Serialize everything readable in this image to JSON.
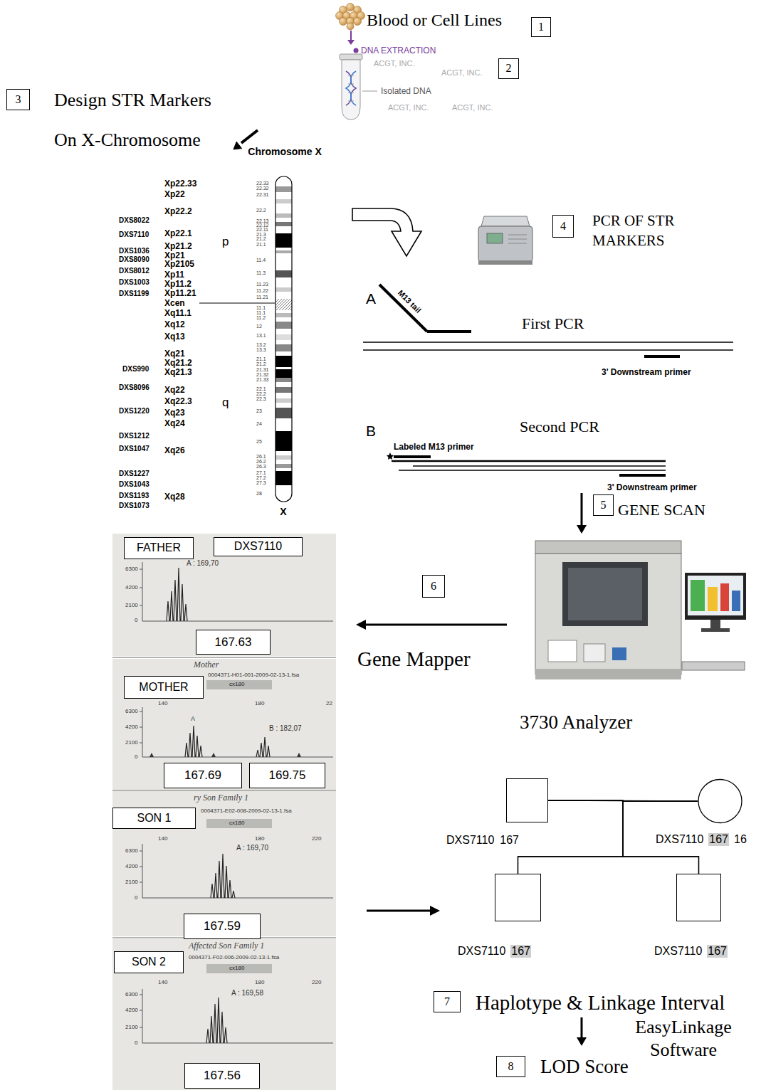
{
  "diagram": {
    "nodes": [
      {
        "text": [
          "1"
        ]
      },
      {
        "text": [
          "2"
        ]
      },
      {
        "text": [
          "3"
        ]
      },
      {
        "text": [
          "4"
        ]
      },
      {
        "text": [
          "5"
        ]
      },
      {
        "text": [
          "FATHER"
        ]
      },
      {
        "text": [
          "DXS7110"
        ]
      },
      {
        "text": [
          "6"
        ]
      },
      {
        "text": [
          "167.63"
        ]
      },
      {
        "text": [
          "MOTHER"
        ]
      },
      {
        "text": [
          "167.69"
        ]
      },
      {
        "text": [
          "169.75"
        ]
      },
      {
        "text": [
          "DXS7110",
          "167"
        ]
      },
      {
        "text": [
          "DXS7110",
          "167",
          "16"
        ]
      },
      {
        "text": [
          "SON 1"
        ]
      },
      {
        "text": [
          "167.59"
        ]
      },
      {
        "text": [
          "DXS7110",
          "167"
        ]
      },
      {
        "text": [
          "DXS7110",
          "167"
        ]
      },
      {
        "text": [
          "SON 2"
        ]
      },
      {
        "text": [
          "7"
        ]
      },
      {
        "text": [
          "167.56"
        ]
      },
      {
        "text": [
          "8"
        ]
      }
    ],
    "edges": [
      {
        "from": 12,
        "to": 13,
        "arrow": "none"
      },
      {
        "from": 12,
        "to": 16,
        "arrow": "none"
      },
      {
        "from": 12,
        "to": 17,
        "arrow": "none"
      },
      {
        "from": 13,
        "to": 16,
        "arrow": "none"
      },
      {
        "from": 13,
        "to": 17,
        "arrow": "none"
      }
    ],
    "labels": [
      "Blood or Cell Lines",
      "DNA EXTRACTION",
      "ACGT, INC.",
      "ACGT, INC.",
      "Isolated DNA",
      "ACGT, INC.",
      "ACGT, INC.",
      "Design STR Markers On X-Chromosome",
      "Chromosome X",
      "Xp22.33",
      "Xp22",
      "Xp22.2",
      "Xp22.1",
      "Xp21.2",
      "Xp21",
      "Xp2105",
      "Xp11",
      "Xp11.2",
      "Xp11.21",
      "Xcen",
      "Xq11.1",
      "Xq12",
      "Xq13",
      "Xq21",
      "Xq21.2",
      "Xq21.3",
      "Xq22",
      "Xq22.3",
      "Xq23",
      "Xq24",
      "Xq26",
      "Xq28",
      "DXS8022",
      "DXS7110",
      "DXS1036",
      "DXS8090",
      "DXS8012",
      "DXS1003",
      "DXS1199",
      "DXS990",
      "DXS8096",
      "DXS1220",
      "DXS1212",
      "DXS1047",
      "DXS1227",
      "DXS1043",
      "DXS1193",
      "DXS1073",
      "p",
      "q",
      "X",
      "22.33",
      "22.32",
      "22.31",
      "22.2",
      "22.13",
      "22.12",
      "22.11",
      "21.3",
      "21.2",
      "21.1",
      "11.4",
      "11.3",
      "11.23",
      "11.22",
      "11.21",
      "11.1",
      "11.1",
      "11.2",
      "12",
      "13.1",
      "13.2",
      "13.3",
      "21.1",
      "21.2",
      "21.31",
      "21.32",
      "21.33",
      "22.1",
      "22.2",
      "22.3",
      "23",
      "24",
      "25",
      "26.1",
      "26.2",
      "26.3",
      "27.1",
      "27.2",
      "27.3",
      "28",
      "A",
      "M13 tail",
      "First PCR",
      "3' Downstream primer",
      "B",
      "Second PCR",
      "Labeled M13 primer",
      "3' Downstream primer",
      "PCR OF STR MARKERS",
      "GENE SCAN",
      "3730 Analyzer",
      "Gene Mapper",
      "A : 169,70",
      "6300",
      "4200",
      "2100",
      "0",
      "Mother",
      "0004371-H01-001-2009-02-13-1.fsa",
      "cx180",
      "140",
      "180",
      "22",
      "6300",
      "4200",
      "2100",
      "0",
      "A",
      "B : 182,07",
      "ry Son Family 1",
      "0004371-E02-008-2009-02-13-1.fsa",
      "cx180",
      "140",
      "180",
      "220",
      "6300",
      "4200",
      "2100",
      "0",
      "A : 169,70",
      "Affected Son Family 1",
      "0004371-F02-006-2009-02-13-1.fsa",
      "cx180",
      "140",
      "180",
      "220",
      "6300",
      "4200",
      "2100",
      "0",
      "A : 169,58",
      "Haplotype & Linkage Interval",
      "EasyLinkage Software",
      "LOD Score"
    ]
  }
}
